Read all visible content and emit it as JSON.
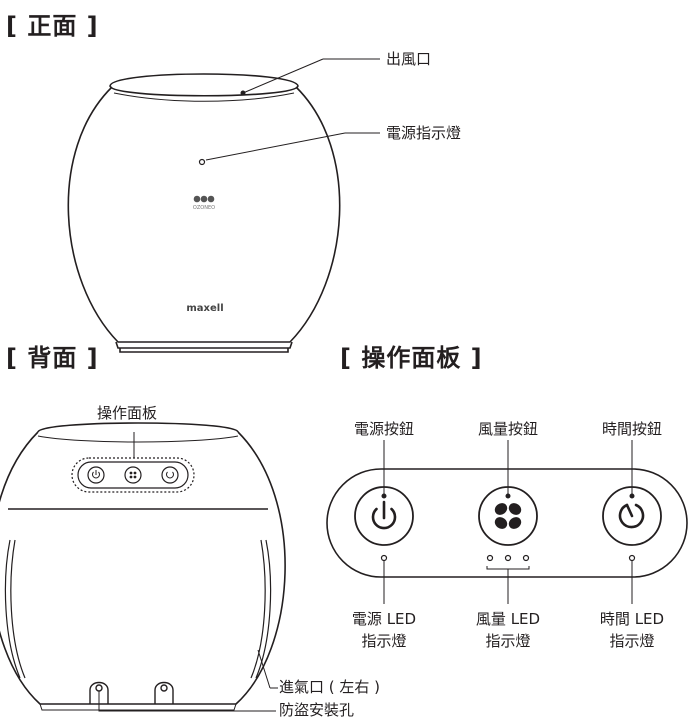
{
  "front": {
    "title": "[ 正面 ]",
    "labels": {
      "air_outlet": "出風口",
      "power_indicator": "電源指示燈"
    },
    "brand": "maxell",
    "icon_caption": "OZONEO"
  },
  "back": {
    "title": "[ 背面 ]",
    "labels": {
      "control_panel": "操作面板",
      "air_inlet": "進氣口 ( 左右 )",
      "anti_theft_hole": "防盜安裝孔"
    }
  },
  "panel": {
    "title": "[ 操作面板 ]",
    "buttons": [
      {
        "label": "電源按鈕",
        "led_label_line1": "電源 LED",
        "led_label_line2": "指示燈",
        "icon": "power-icon"
      },
      {
        "label": "風量按鈕",
        "led_label_line1": "風量 LED",
        "led_label_line2": "指示燈",
        "icon": "fan-icon"
      },
      {
        "label": "時間按鈕",
        "led_label_line1": "時間 LED",
        "led_label_line2": "指示燈",
        "icon": "timer-icon"
      }
    ]
  },
  "colors": {
    "line": "#231f20",
    "background": "#ffffff"
  }
}
